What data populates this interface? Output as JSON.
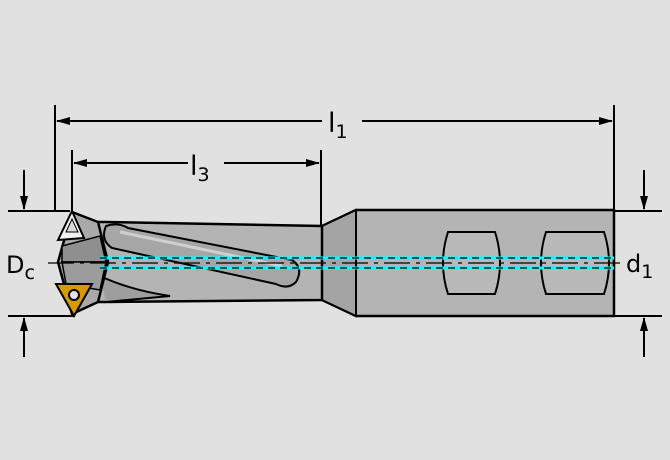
{
  "diagram": {
    "labels": {
      "l1": {
        "main": "l",
        "sub": "1"
      },
      "l3": {
        "main": "l",
        "sub": "3"
      },
      "dc": {
        "main": "D",
        "sub": "c"
      },
      "d1": {
        "main": "d",
        "sub": "1"
      }
    },
    "colors": {
      "background": "#e1e1e1",
      "body_fill": "#b4b4b4",
      "outline": "#000000",
      "coolant_channel": "#00ffff",
      "insert_gold": "#d49a00"
    }
  }
}
